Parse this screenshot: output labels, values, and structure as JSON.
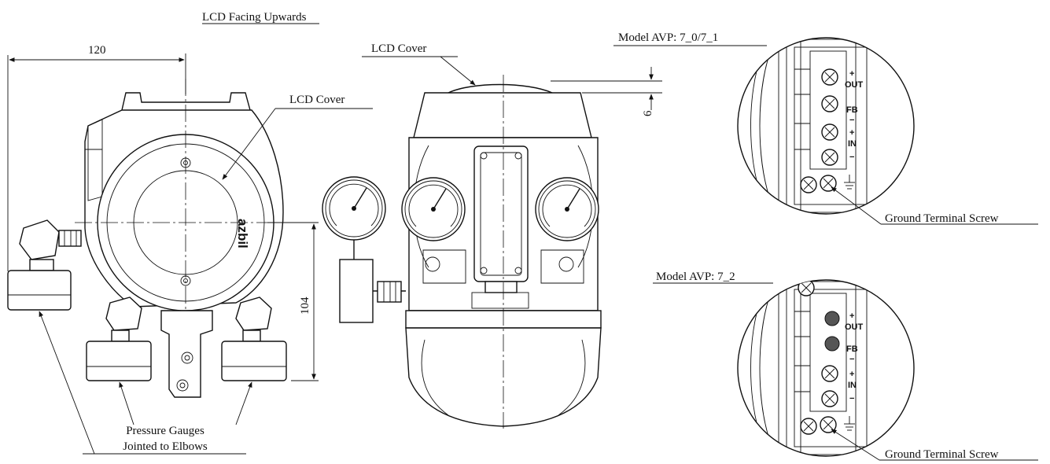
{
  "title": "LCD Facing Upwards",
  "dimensions": {
    "width_120": "120",
    "height_104": "104",
    "offset_6": "6"
  },
  "front_view": {
    "lcd_cover_label": "LCD Cover",
    "brand": "azbil",
    "gauges_label_line1": "Pressure Gauges",
    "gauges_label_line2": "Jointed to Elbows"
  },
  "side_view": {
    "lcd_cover_label": "LCD Cover"
  },
  "terminal_detail_1": {
    "model_label": "Model AVP: 7_0/7_1",
    "out_label": "OUT",
    "fb_label": "FB",
    "in_label": "IN",
    "ground_label": "Ground Terminal Screw"
  },
  "terminal_detail_2": {
    "model_label": "Model AVP: 7_2",
    "out_label": "OUT",
    "fb_label": "FB",
    "in_label": "IN",
    "ground_label": "Ground Terminal Screw"
  },
  "symbols": {
    "plus": "+",
    "minus": "−"
  }
}
